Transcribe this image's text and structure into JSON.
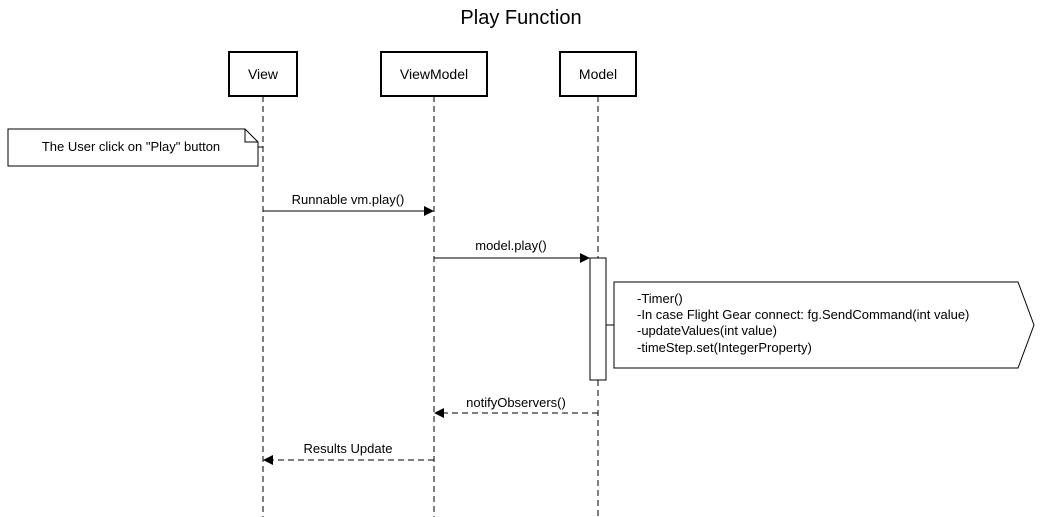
{
  "diagram": {
    "title": "Play Function",
    "participants": [
      {
        "id": "view",
        "label": "View"
      },
      {
        "id": "viewmodel",
        "label": "ViewModel"
      },
      {
        "id": "model",
        "label": "Model"
      }
    ],
    "note_user": "The User click on \"Play\" button",
    "messages": [
      {
        "from": "view",
        "to": "viewmodel",
        "label": "Runnable vm.play()",
        "style": "solid"
      },
      {
        "from": "viewmodel",
        "to": "model",
        "label": "model.play()",
        "style": "solid"
      },
      {
        "from": "model",
        "to": "viewmodel",
        "label": "notifyObservers()",
        "style": "dashed"
      },
      {
        "from": "viewmodel",
        "to": "view",
        "label": "Results Update",
        "style": "dashed"
      }
    ],
    "model_actions": [
      "-Timer()",
      "-In case Flight Gear connect: fg.SendCommand(int value)",
      "-updateValues(int value)",
      "-timeStep.set(IntegerProperty)"
    ]
  }
}
